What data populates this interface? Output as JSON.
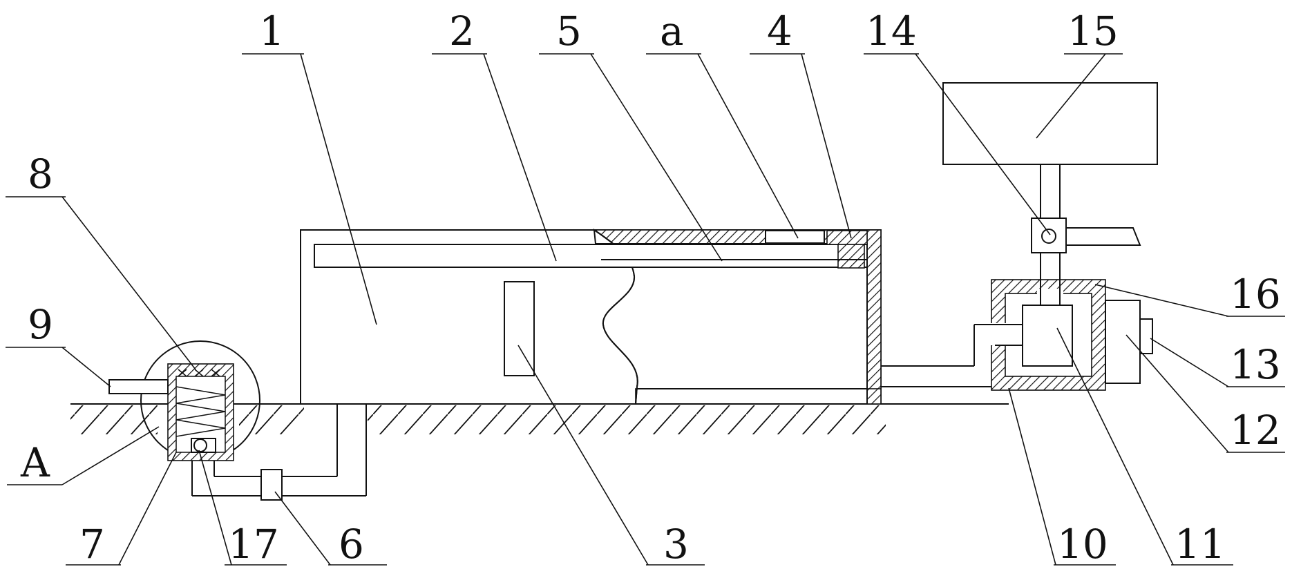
{
  "diagram": {
    "labels": {
      "n1": "1",
      "n2": "2",
      "n3": "3",
      "n4": "4",
      "n5": "5",
      "n6": "6",
      "n7": "7",
      "n8": "8",
      "n9": "9",
      "n10": "10",
      "n11": "11",
      "n12": "12",
      "n13": "13",
      "n14": "14",
      "n15": "15",
      "n16": "16",
      "n17": "17",
      "a": "a",
      "A": "A"
    }
  }
}
